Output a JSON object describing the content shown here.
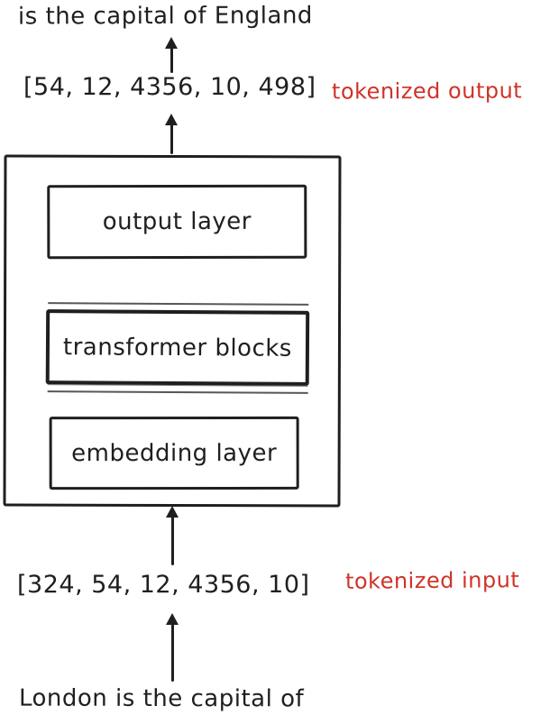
{
  "colors": {
    "ink": "#1f1f1f",
    "accent_red": "#d03328",
    "background": "#ffffff"
  },
  "output_sentence": "is the capital of England",
  "tokenized_output": {
    "tokens": "[54, 12, 4356, 10, 498]",
    "label": "tokenized output"
  },
  "model": {
    "layers": [
      {
        "label": "output layer"
      },
      {
        "label": "transformer blocks"
      },
      {
        "label": "embedding layer"
      }
    ]
  },
  "tokenized_input": {
    "tokens": "[324, 54, 12, 4356, 10]",
    "label": "tokenized input"
  },
  "input_sentence": "London is the capital of"
}
